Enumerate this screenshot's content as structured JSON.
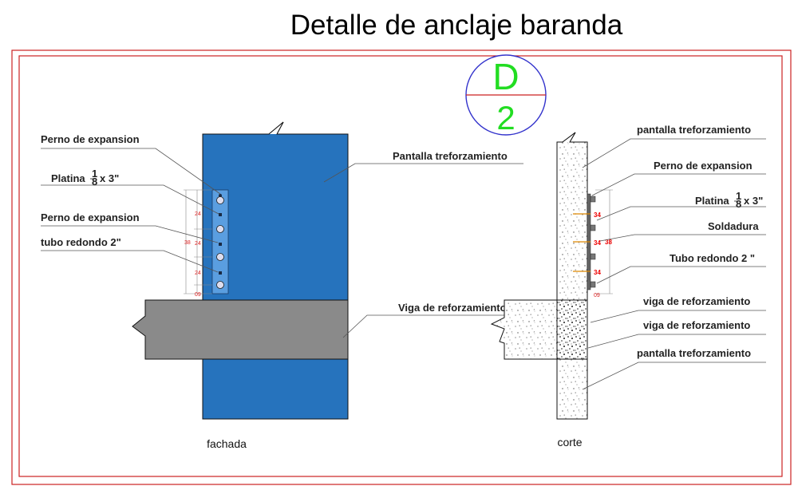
{
  "title": "Detalle de anclaje baranda",
  "detail_marker": {
    "letter": "D",
    "number": "2",
    "color": "#22dd22"
  },
  "colors": {
    "frame": "#cc2222",
    "wall": "#2673bd",
    "beam": "#8a8a8a",
    "text_red": "#dd2222"
  },
  "fachada": {
    "caption": "fachada",
    "labels": {
      "perno1": "Perno de expansion",
      "platina": "Platina",
      "platina_frac_num": "1",
      "platina_frac_den": "8",
      "platina_size": "x 3\"",
      "perno2": "Perno de expansion",
      "tubo": "tubo redondo 2\"",
      "pantalla": "Pantalla treforzamiento",
      "viga": "Viga de reforzamiento"
    },
    "dims": [
      "24",
      "24",
      "24",
      "09"
    ],
    "dim_total": "38"
  },
  "corte": {
    "caption": "corte",
    "labels": {
      "pantalla_top": "pantalla treforzamiento",
      "perno": "Perno de expansion",
      "platina": "Platina",
      "platina_frac_num": "1",
      "platina_frac_den": "8",
      "platina_size": "x 3\"",
      "soldadura": "Soldadura",
      "tubo": "Tubo redondo 2 \"",
      "viga1": "viga de reforzamiento",
      "viga2": "viga de reforzamiento",
      "pantalla_bottom": "pantalla treforzamiento"
    },
    "dims": [
      "34",
      "34",
      "34"
    ],
    "dim_total": "38",
    "dim_bottom": "09"
  }
}
